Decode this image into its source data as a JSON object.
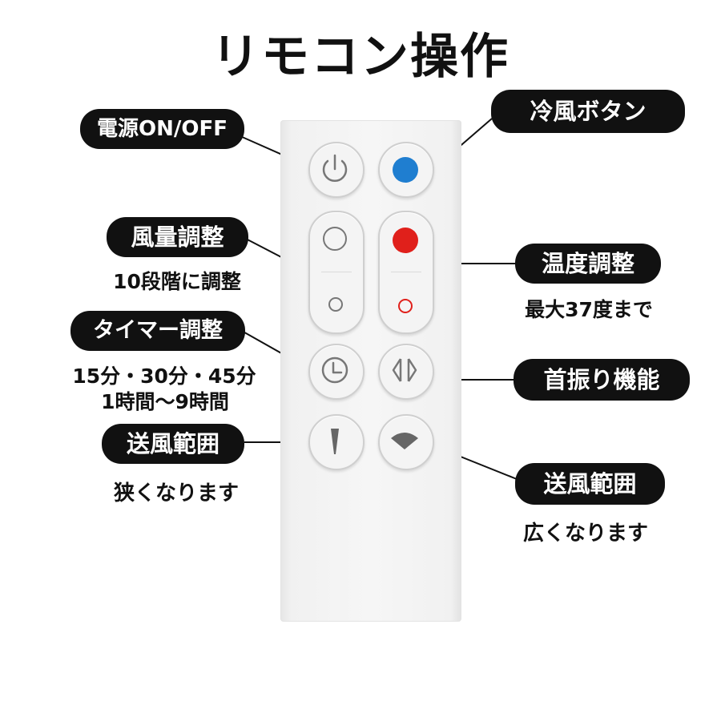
{
  "title": "リモコン操作",
  "labels": {
    "power": "電源ON/OFF",
    "cool": "冷風ボタン",
    "fan": "風量調整",
    "fan_sub": "10段階に調整",
    "temp": "温度調整",
    "temp_sub": "最大37度まで",
    "timer": "タイマー調整",
    "timer_sub1": "15分・30分・45分",
    "timer_sub2": "1時間〜9時間",
    "oscillation": "首振り機能",
    "narrow": "送風範囲",
    "narrow_sub": "狭くなります",
    "wide": "送風範囲",
    "wide_sub": "広くなります"
  },
  "colors": {
    "cool_button": "#1f7ed0",
    "heat_button": "#e0201b",
    "label_bg": "#111111",
    "remote_body": "#f4f4f4"
  },
  "icons": [
    "power-icon",
    "blue-dot-icon",
    "circle-large-icon",
    "circle-small-icon",
    "red-dot-icon",
    "red-ring-icon",
    "clock-icon",
    "oscillation-arrows-icon",
    "narrow-airflow-icon",
    "wide-airflow-icon"
  ]
}
